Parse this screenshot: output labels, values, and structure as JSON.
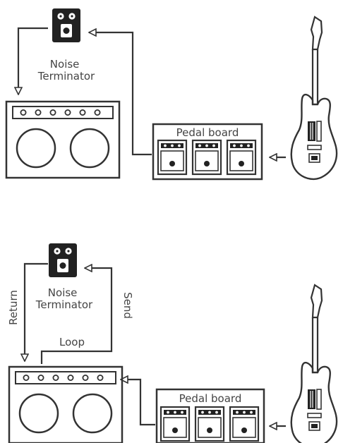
{
  "diagram_top": {
    "pedal_label": "Noise\nTerminator",
    "pedalboard_label": "Pedal board"
  },
  "diagram_bottom": {
    "pedal_label": "Noise\nTerminator",
    "pedalboard_label": "Pedal board",
    "return_label": "Return",
    "send_label": "Send",
    "loop_label": "Loop"
  },
  "colors": {
    "line": "#333333",
    "pedal": "#222222",
    "text": "#444444"
  }
}
